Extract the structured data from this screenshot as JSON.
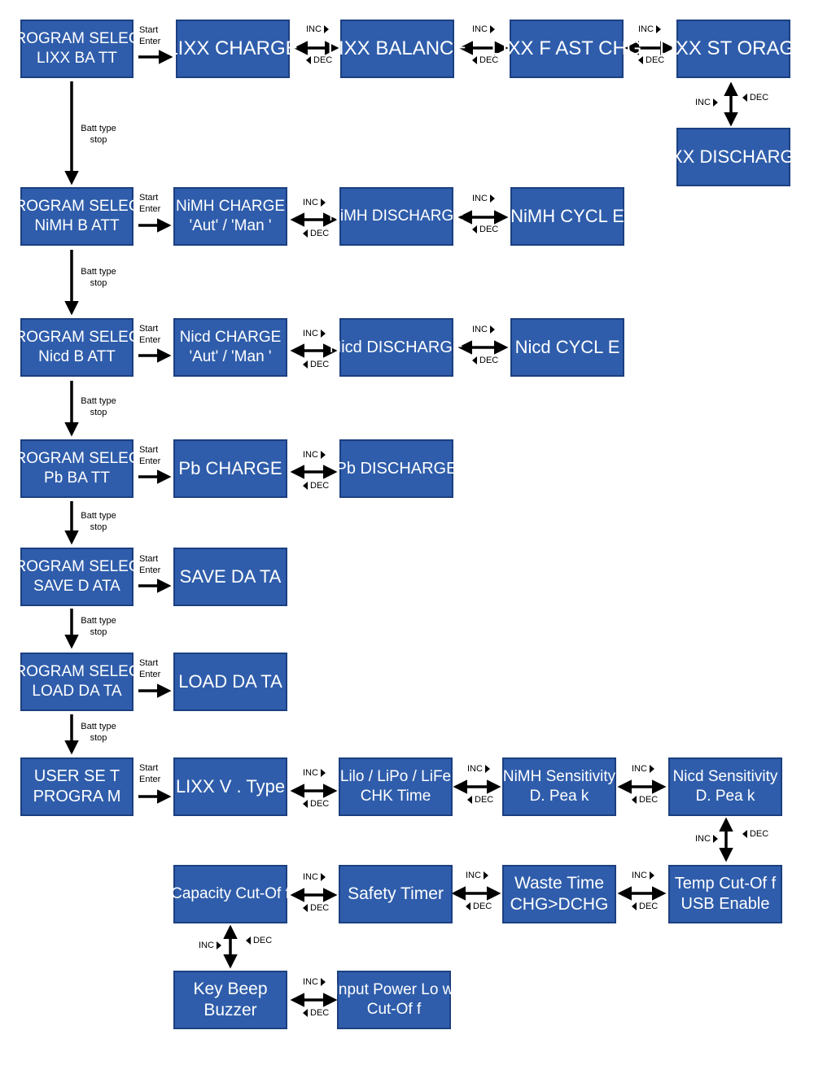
{
  "colors": {
    "box_fill": "#2f5dab",
    "box_border": "#1c3f80",
    "box_text": "#ffffff",
    "arrow": "#000000"
  },
  "labels": {
    "start": "Start",
    "enter": "Enter",
    "batt_type": "Batt type",
    "stop": "stop",
    "inc": "INC",
    "dec": "DEC"
  },
  "boxes": {
    "ps_lixx": [
      "PROGRAM SELECT",
      "LIXX BA TT"
    ],
    "lixx_charge": [
      "LIXX CHARGE"
    ],
    "lixx_balance": [
      "LIXX BALANCE"
    ],
    "lixx_fast": [
      "LIXX F AST CHG"
    ],
    "lixx_storage": [
      "LIXX ST ORAGE"
    ],
    "lixx_discharge": [
      "LIXX DISCHARG E"
    ],
    "ps_nimh": [
      "PROGRAM SELECT",
      "NiMH B ATT"
    ],
    "nimh_charge": [
      "NiMH CHARGE",
      "'Aut' / 'Man '"
    ],
    "nimh_discharge": [
      "NiMH DISCHARGE"
    ],
    "nimh_cycle": [
      "NiMH CYCL E"
    ],
    "ps_nicd": [
      "PROGRAM SELECT",
      "Nicd  B ATT"
    ],
    "nicd_charge": [
      "Nicd  CHARGE",
      "'Aut' / 'Man  '"
    ],
    "nicd_discharge": [
      "Nicd DISCHARGE"
    ],
    "nicd_cycle": [
      "Nicd CYCL E"
    ],
    "ps_pb": [
      "PROGRAM SELECT",
      "Pb  BA TT"
    ],
    "pb_charge": [
      "Pb  CHARGE"
    ],
    "pb_discharge": [
      "Pb DISCHARGE"
    ],
    "ps_save": [
      "PROGRAM SELECT",
      "SAVE  D ATA"
    ],
    "save_data": [
      "SAVE DA TA"
    ],
    "ps_load": [
      "PROGRAM SELECT",
      "LOAD  DA TA"
    ],
    "load_data": [
      "LOAD  DA  TA"
    ],
    "user_set": [
      "USER SE T",
      "PROGRA M"
    ],
    "lixx_vtype": [
      "LIXX V . Type"
    ],
    "lilo_chk": [
      "Lilo / LiPo / LiFe",
      "CHK Time"
    ],
    "nimh_sens": [
      "NiMH Sensitivity",
      "D. Pea k"
    ],
    "nicd_sens": [
      "Nicd Sensitivity",
      "D. Pea k"
    ],
    "temp_cut": [
      "Temp Cut-Of  f",
      "USB Enable"
    ],
    "waste_time": [
      "Waste  Time",
      "CHG>DCHG"
    ],
    "safety_timer": [
      "Safety  Timer"
    ],
    "capacity_cut": [
      "Capacity Cut-Of   f"
    ],
    "key_beep": [
      "Key Beep",
      "Buzzer"
    ],
    "input_power": [
      "Input Power Lo   w",
      "Cut-Of f"
    ]
  }
}
